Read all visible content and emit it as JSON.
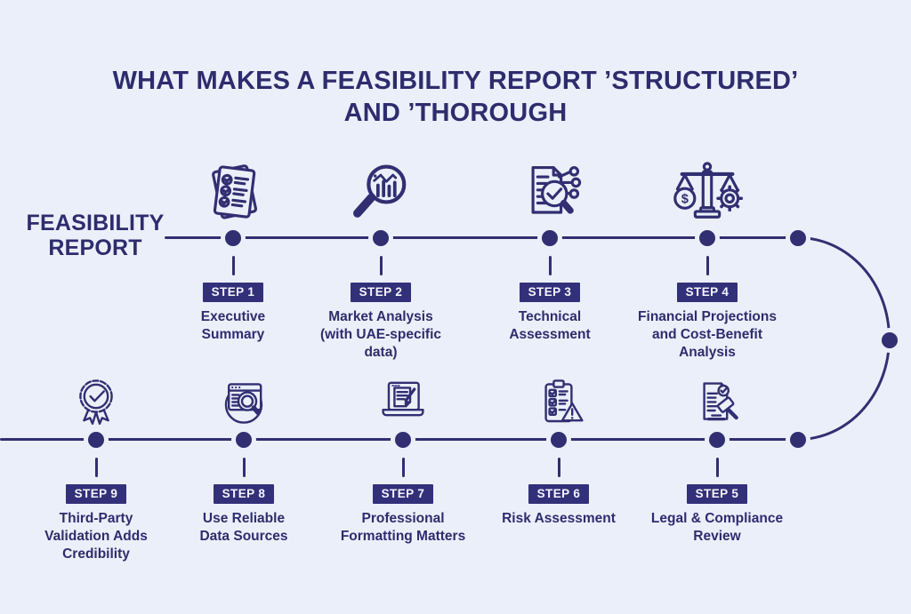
{
  "title": {
    "line1": "WHAT MAKES A FEASIBILITY REPORT ’STRUCTURED’",
    "line2": "AND ’THOROUGH"
  },
  "timeline": {
    "label": "FEASIBILITY\nREPORT"
  },
  "steps": [
    {
      "badge": "STEP 1",
      "label": "Executive\nSummary",
      "icon": "checklist-document-icon"
    },
    {
      "badge": "STEP 2",
      "label": "Market Analysis\n(with UAE-specific\ndata)",
      "icon": "magnifier-chart-icon"
    },
    {
      "badge": "STEP 3",
      "label": "Technical\nAssessment",
      "icon": "document-inspect-network-icon"
    },
    {
      "badge": "STEP 4",
      "label": "Financial Projections\nand Cost-Benefit\nAnalysis",
      "icon": "balance-scale-dollar-gear-icon"
    },
    {
      "badge": "STEP 5",
      "label": "Legal & Compliance\nReview",
      "icon": "document-gavel-icon"
    },
    {
      "badge": "STEP 6",
      "label": "Risk Assessment",
      "icon": "clipboard-warning-icon"
    },
    {
      "badge": "STEP 7",
      "label": "Professional\nFormatting Matters",
      "icon": "laptop-edit-icon"
    },
    {
      "badge": "STEP 8",
      "label": "Use Reliable\nData Sources",
      "icon": "browser-magnifier-icon"
    },
    {
      "badge": "STEP 9",
      "label": "Third-Party\nValidation Adds\nCredibility",
      "icon": "award-check-icon"
    }
  ],
  "colors": {
    "background": "#ebeff9",
    "ink": "#2e2c6e",
    "line": "#312f72",
    "badge_bg": "#33307a",
    "badge_text": "#f4f5fc"
  }
}
